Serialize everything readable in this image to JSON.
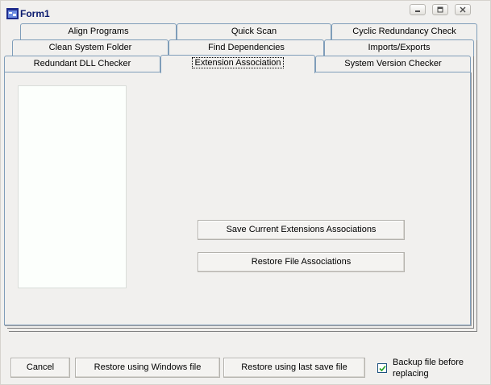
{
  "window": {
    "title": "Form1",
    "icon": "app-window-icon",
    "controls": [
      "minimize-icon",
      "maximize-icon",
      "close-icon"
    ]
  },
  "tabs": {
    "row1": [
      "Align Programs",
      "Quick Scan",
      "Cyclic Redundancy Check"
    ],
    "row2": [
      "Clean System Folder",
      "Find Dependencies",
      "Imports/Exports"
    ],
    "row3": [
      "Redundant DLL Checker",
      "Extension Association",
      "System Version Checker"
    ],
    "active": "Extension Association"
  },
  "extension_page": {
    "save_button": "Save Current Extensions Associations",
    "restore_button": "Restore File Associations"
  },
  "footer": {
    "cancel": "Cancel",
    "restore_windows": "Restore using Windows file",
    "restore_last": "Restore using last save file",
    "backup_label": "Backup file before replacing",
    "backup_checked": true
  },
  "colors": {
    "title_text": "#0a1a6e",
    "tab_border": "#7f9db9",
    "window_bg": "#f1f0ee"
  }
}
